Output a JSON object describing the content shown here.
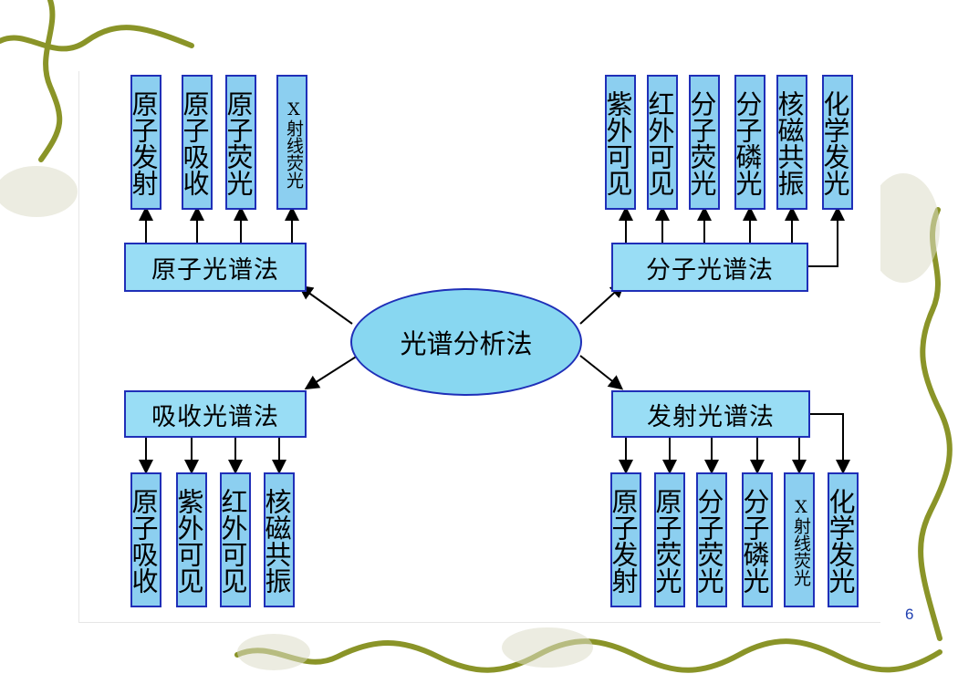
{
  "center": "光谱分析法",
  "nodes": {
    "atomic": "原子光谱法",
    "molecular": "分子光谱法",
    "absorption": "吸收光谱法",
    "emission": "发射光谱法"
  },
  "atomic_leaves": [
    "原子发射",
    "原子吸收",
    "原子荧光",
    "X射线荧光"
  ],
  "molecular_leaves": [
    "紫外可见",
    "红外可见",
    "分子荧光",
    "分子磷光",
    "核磁共振",
    "化学发光"
  ],
  "absorption_leaves": [
    "原子吸收",
    "紫外可见",
    "红外可见",
    "核磁共振"
  ],
  "emission_leaves": [
    "原子发射",
    "原子荧光",
    "分子荧光",
    "分子磷光",
    "X射线荧光",
    "化学发光"
  ],
  "page_number": "6",
  "colors": {
    "box_fill": "#8ccff0",
    "border": "#1f2fb8",
    "vine": "#8a9428"
  }
}
